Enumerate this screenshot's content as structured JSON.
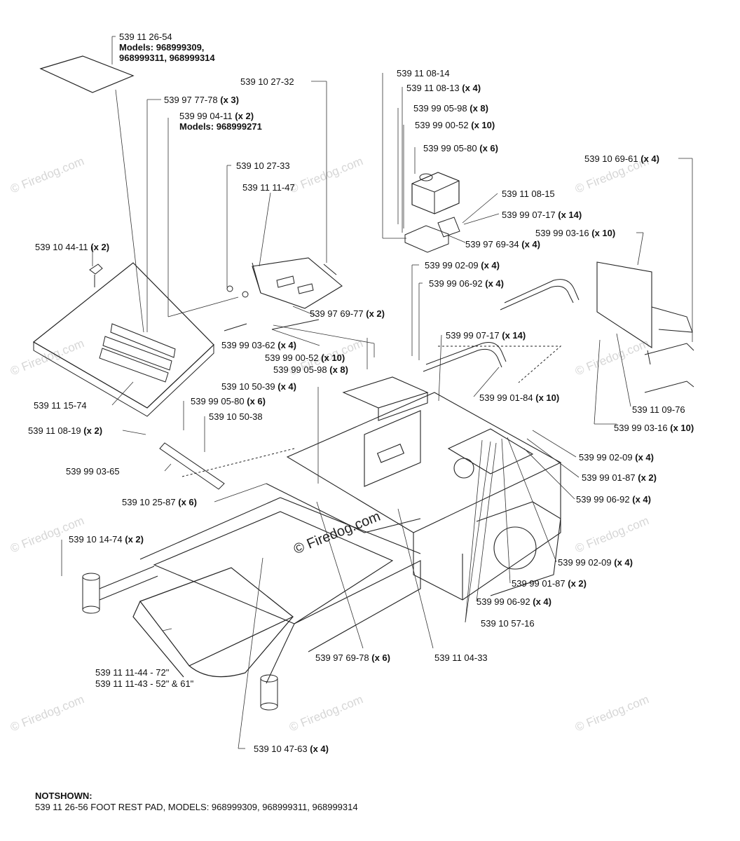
{
  "watermark": "© Firedog.com",
  "labels": [
    {
      "id": "l1",
      "code": "539 11 26-54",
      "qty": "",
      "note": "Models: 968999309,"
    },
    {
      "id": "l1b",
      "code": "968999311, 968999314",
      "qty": "",
      "note": ""
    },
    {
      "id": "l2",
      "code": "539 10 27-32",
      "qty": "",
      "note": ""
    },
    {
      "id": "l3",
      "code": "539 97 77-78",
      "qty": "(x 3)",
      "note": ""
    },
    {
      "id": "l4",
      "code": "539 99 04-11",
      "qty": "(x 2)",
      "note": "Models: 968999271"
    },
    {
      "id": "l5",
      "code": "539 10 27-33",
      "qty": "",
      "note": ""
    },
    {
      "id": "l6",
      "code": "539 11 11-47",
      "qty": "",
      "note": ""
    },
    {
      "id": "l7",
      "code": "539 10 44-11",
      "qty": "(x 2)",
      "note": ""
    },
    {
      "id": "l8",
      "code": "539 97 69-77",
      "qty": "(x 2)",
      "note": ""
    },
    {
      "id": "l9",
      "code": "539 99 03-62",
      "qty": "(x 4)",
      "note": ""
    },
    {
      "id": "l10",
      "code": "539 99 00-52",
      "qty": "(x 10)",
      "note": ""
    },
    {
      "id": "l11",
      "code": "539 99 05-98",
      "qty": "(x 8)",
      "note": ""
    },
    {
      "id": "l12",
      "code": "539 11 15-74",
      "qty": "",
      "note": ""
    },
    {
      "id": "l13",
      "code": "539 10 50-39",
      "qty": "(x 4)",
      "note": ""
    },
    {
      "id": "l14",
      "code": "539 99 05-80",
      "qty": "(x 6)",
      "note": ""
    },
    {
      "id": "l15",
      "code": "539 10 50-38",
      "qty": "",
      "note": ""
    },
    {
      "id": "l16",
      "code": "539 11 08-19",
      "qty": "(x 2)",
      "note": ""
    },
    {
      "id": "l17",
      "code": "539 99 03-65",
      "qty": "",
      "note": ""
    },
    {
      "id": "l18",
      "code": "539 10 25-87",
      "qty": "(x 6)",
      "note": ""
    },
    {
      "id": "l19",
      "code": "539 10 14-74",
      "qty": "(x 2)",
      "note": ""
    },
    {
      "id": "l20",
      "code": "539 11 11-44 - 72\"",
      "qty": "",
      "note": ""
    },
    {
      "id": "l20b",
      "code": "539 11 11-43 - 52\" & 61\"",
      "qty": "",
      "note": ""
    },
    {
      "id": "l21",
      "code": "539 97 69-78",
      "qty": "(x 6)",
      "note": ""
    },
    {
      "id": "l22",
      "code": "539 11 04-33",
      "qty": "",
      "note": ""
    },
    {
      "id": "l23",
      "code": "539 10 47-63",
      "qty": "(x 4)",
      "note": ""
    },
    {
      "id": "l24",
      "code": "539 11 08-14",
      "qty": "",
      "note": ""
    },
    {
      "id": "l25",
      "code": "539 11 08-13",
      "qty": "(x 4)",
      "note": ""
    },
    {
      "id": "l26",
      "code": "539 99 05-98",
      "qty": "(x 8)",
      "note": ""
    },
    {
      "id": "l27",
      "code": "539 99 00-52",
      "qty": "(x 10)",
      "note": ""
    },
    {
      "id": "l28",
      "code": "539 99 05-80",
      "qty": "(x 6)",
      "note": ""
    },
    {
      "id": "l29",
      "code": "539 11 08-15",
      "qty": "",
      "note": ""
    },
    {
      "id": "l30",
      "code": "539 99 07-17",
      "qty": "(x 14)",
      "note": ""
    },
    {
      "id": "l31",
      "code": "539 97 69-34",
      "qty": "(x 4)",
      "note": ""
    },
    {
      "id": "l32",
      "code": "539 10 69-61",
      "qty": "(x 4)",
      "note": ""
    },
    {
      "id": "l33",
      "code": "539 99 03-16",
      "qty": "(x 10)",
      "note": ""
    },
    {
      "id": "l34",
      "code": "539 99 02-09",
      "qty": "(x 4)",
      "note": ""
    },
    {
      "id": "l35",
      "code": "539 99 06-92",
      "qty": "(x 4)",
      "note": ""
    },
    {
      "id": "l36",
      "code": "539 99 07-17",
      "qty": "(x 14)",
      "note": ""
    },
    {
      "id": "l37",
      "code": "539 99 01-84",
      "qty": "(x 10)",
      "note": ""
    },
    {
      "id": "l38",
      "code": "539 11 09-76",
      "qty": "",
      "note": ""
    },
    {
      "id": "l39",
      "code": "539 99 03-16",
      "qty": "(x 10)",
      "note": ""
    },
    {
      "id": "l40",
      "code": "539 99 02-09",
      "qty": "(x 4)",
      "note": ""
    },
    {
      "id": "l41",
      "code": "539 99 01-87",
      "qty": "(x 2)",
      "note": ""
    },
    {
      "id": "l42",
      "code": "539 99 06-92",
      "qty": "(x 4)",
      "note": ""
    },
    {
      "id": "l43",
      "code": "539 99 02-09",
      "qty": "(x 4)",
      "note": ""
    },
    {
      "id": "l44",
      "code": "539 99 01-87",
      "qty": "(x 2)",
      "note": ""
    },
    {
      "id": "l45",
      "code": "539 99 06-92",
      "qty": "(x 4)",
      "note": ""
    },
    {
      "id": "l46",
      "code": "539 10 57-16",
      "qty": "",
      "note": ""
    }
  ],
  "not_shown": {
    "heading": "NOTSHOWN:",
    "line": "539 11 26-56   FOOT REST PAD, MODELS: 968999309, 968999311, 968999314"
  }
}
